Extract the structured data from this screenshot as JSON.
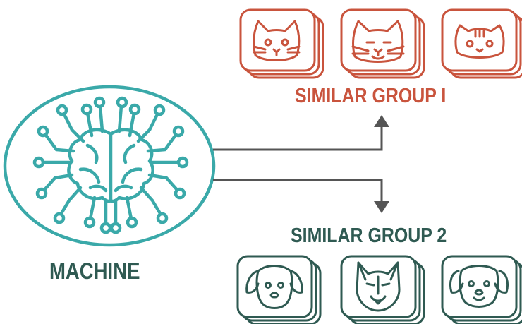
{
  "labels": {
    "group_1": "SIMILAR GROUP I",
    "group_2": "SIMILAR GROUP 2",
    "machine": "MACHINE"
  },
  "icons": {
    "machine": "brain-circuit-icon",
    "group_1": [
      "cat-face-icon",
      "cat-face-icon",
      "cat-face-icon"
    ],
    "group_2": [
      "dog-face-icon",
      "husky-face-icon",
      "puppy-face-icon"
    ]
  },
  "colors": {
    "group_1": "#c9543d",
    "group_2": "#2f5a52",
    "machine": "#3aa9a9",
    "arrow": "#555555"
  }
}
